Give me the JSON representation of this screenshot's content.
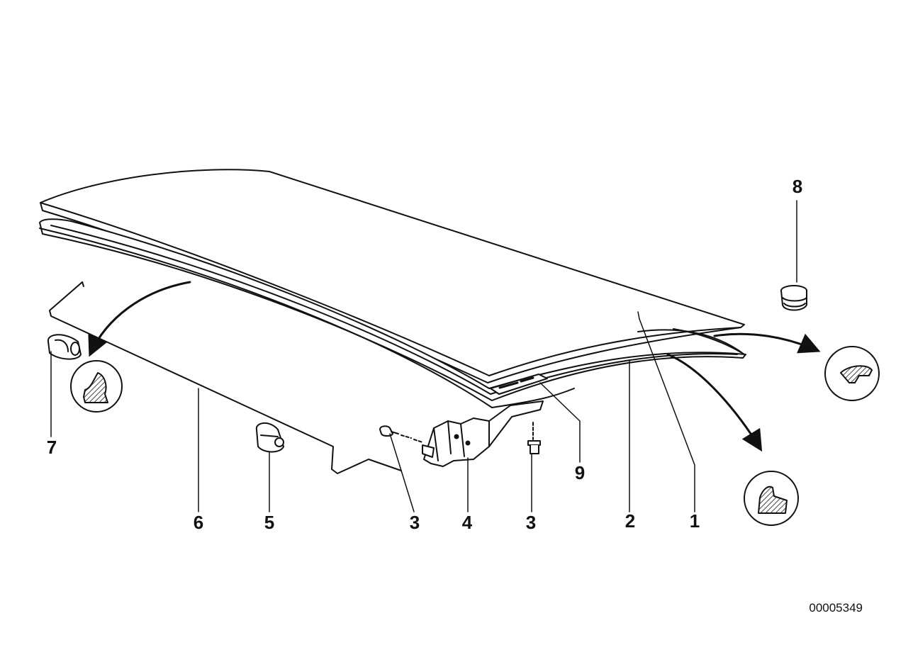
{
  "diagram": {
    "document_number": "00005349",
    "colors": {
      "line": "#111111",
      "fill": "#ffffff",
      "hatch": "#444444"
    },
    "callouts": [
      {
        "id": "c8",
        "label": "8"
      },
      {
        "id": "c7",
        "label": "7"
      },
      {
        "id": "c6",
        "label": "6"
      },
      {
        "id": "c5",
        "label": "5"
      },
      {
        "id": "c3a",
        "label": "3"
      },
      {
        "id": "c4",
        "label": "4"
      },
      {
        "id": "c3b",
        "label": "3"
      },
      {
        "id": "c9",
        "label": "9"
      },
      {
        "id": "c2",
        "label": "2"
      },
      {
        "id": "c1",
        "label": "1"
      }
    ]
  }
}
